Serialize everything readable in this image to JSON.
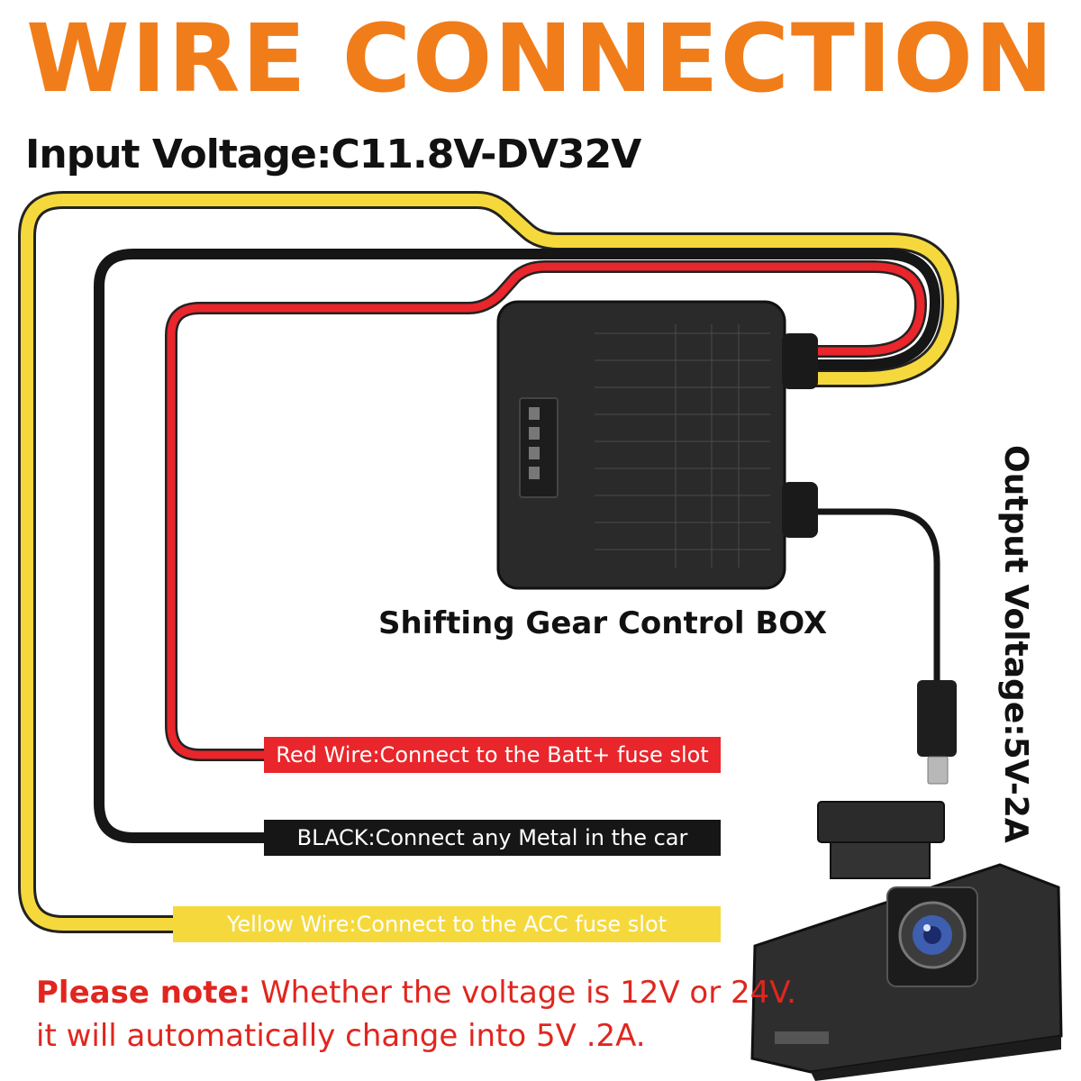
{
  "title": "WIRE CONNECTION",
  "input_voltage": "Input Voltage:C11.8V-DV32V",
  "output_voltage": "Output Voltage:5V-2A",
  "box_label": "Shifting Gear Control BOX",
  "wires": {
    "red": "Red Wire:Connect to the Batt+ fuse slot",
    "black": "BLACK:Connect any Metal in the car",
    "yellow": "Yellow Wire:Connect to the ACC fuse slot"
  },
  "note": {
    "lead": "Please note:",
    "line1": " Whether the voltage is 12V or 24V.",
    "line2": "it will automatically change into 5V .2A."
  },
  "colors": {
    "title": "#f07d1a",
    "red_wire": "#e8262b",
    "black_wire": "#161616",
    "yellow_wire": "#f5d93c"
  }
}
